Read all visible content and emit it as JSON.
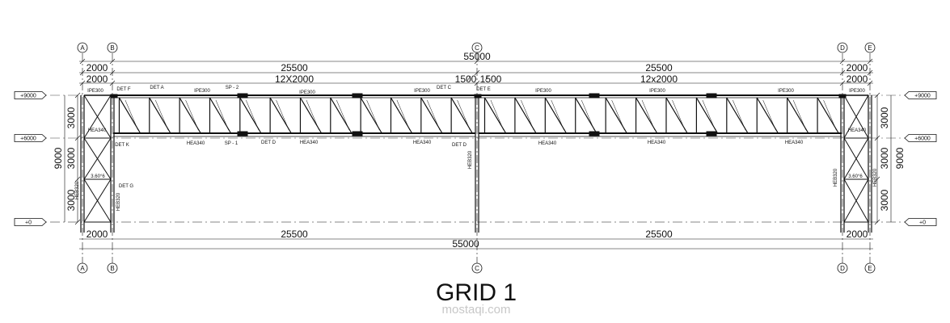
{
  "title": "GRID 1",
  "watermark": "mostaqi.com",
  "grid_axes": [
    "A",
    "B",
    "C",
    "D",
    "E"
  ],
  "levels": {
    "top": "+9000",
    "middle": "+6000",
    "base": "+0"
  },
  "dimensions": {
    "overall": "55000",
    "half": "25500",
    "end_bay": "2000",
    "left_span": "12X2000",
    "right_span": "12x2000",
    "center_offset": "1500",
    "vertical_part": "3000",
    "vertical_total": "9000"
  },
  "members": {
    "top_chord": "IPE300",
    "bottom_chord": "HEA340",
    "column": "HEB320",
    "end_top": "IPE300"
  },
  "details": {
    "a": "DET A",
    "c": "DET C",
    "d": "DET D",
    "e": "DET E",
    "f": "DET F",
    "g": "DET G",
    "k": "DET K",
    "sp2": "SP - 2",
    "sp1": "SP - 1"
  },
  "slopes": {
    "left": "3.60°6",
    "right": "3.60°6"
  }
}
